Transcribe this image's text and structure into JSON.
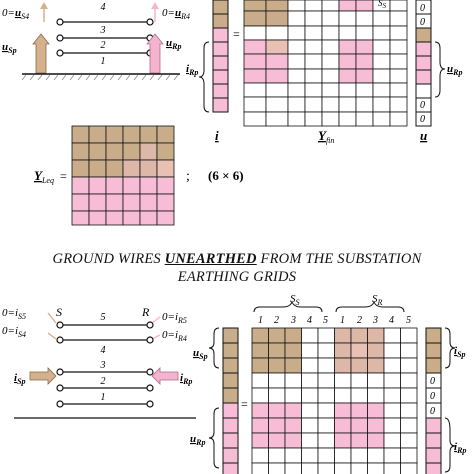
{
  "colors": {
    "tan": "#c9ad8b",
    "pink": "#f7bdd7",
    "blend": "#ddb7a8",
    "line": "#111111",
    "arrow_tan": "#d4b08c",
    "arrow_pink": "#f4b3cf"
  },
  "top": {
    "lbl_us4_prefix": "0=",
    "lbl_us4_sym": "u",
    "lbl_us4_sub": "S4",
    "lbl_ur4_prefix": "0=",
    "lbl_ur4_sym": "u",
    "lbl_ur4_sub": "R4",
    "wire_4": "4",
    "wire_3": "3",
    "wire_2": "2",
    "wire_1": "1",
    "lbl_usp_sym": "u",
    "lbl_usp_sub": "Sp",
    "lbl_urp_sym": "u",
    "lbl_urp_sub": "Rp",
    "lbl_ss_sym": "S",
    "lbl_ss_sub": "S",
    "lbl_irp_sym": "i",
    "lbl_irp_sub": "Rp",
    "lbl_urp_right_sym": "u",
    "lbl_urp_right_sub": "Rp",
    "zero_1": "0",
    "zero_2": "0",
    "zero_3": "0",
    "zero_4": "0",
    "equals": "=",
    "lbl_i": "i",
    "lbl_y_sym": "Y",
    "lbl_y_sub": "fin",
    "lbl_u": "u"
  },
  "yeq": {
    "sym": "Y",
    "sub": "Leq",
    "equals": "=",
    "semicolon": ";",
    "dims": "(6 × 6)"
  },
  "caption": {
    "part1": "GROUND WIRES ",
    "emph": "UNEARTHED",
    "part2": " FROM THE SUBSTATION",
    "line2": "EARTHING GRIDS"
  },
  "bottom": {
    "lbl_is5_prefix": "0=",
    "lbl_is5_sym": "i",
    "lbl_is5_sub": "S5",
    "lbl_is4_prefix": "0=",
    "lbl_is4_sym": "i",
    "lbl_is4_sub": "S4",
    "lbl_ir5_prefix": "0=",
    "lbl_ir5_sym": "i",
    "lbl_ir5_sub": "R5",
    "lbl_ir4_prefix": "0=",
    "lbl_ir4_sym": "i",
    "lbl_ir4_sub": "R4",
    "node_s": "S",
    "node_r": "R",
    "wire_5": "5",
    "wire_4": "4",
    "wire_3": "3",
    "wire_2": "2",
    "wire_1": "1",
    "lbl_isp_sym": "i",
    "lbl_isp_sub": "Sp",
    "lbl_irp_sym": "i",
    "lbl_irp_sub": "Rp",
    "group_s_sym": "S",
    "group_s_sub": "S",
    "group_r_sym": "S",
    "group_r_sub": "R",
    "col_s1": "1",
    "col_s2": "2",
    "col_s3": "3",
    "col_s4": "4",
    "col_s5": "5",
    "col_r1": "1",
    "col_r2": "2",
    "col_r3": "3",
    "col_r4": "4",
    "col_r5": "5",
    "lbl_usp_sym": "u",
    "lbl_usp_sub": "Sp",
    "lbl_urp_sym": "u",
    "lbl_urp_sub": "Rp",
    "lbl_isp_right_sym": "i",
    "lbl_isp_right_sub": "Sp",
    "lbl_irp_right_sym": "i",
    "lbl_irp_right_sub": "Rp",
    "zero_1": "0",
    "zero_2": "0",
    "zero_3": "0",
    "equals": "="
  }
}
